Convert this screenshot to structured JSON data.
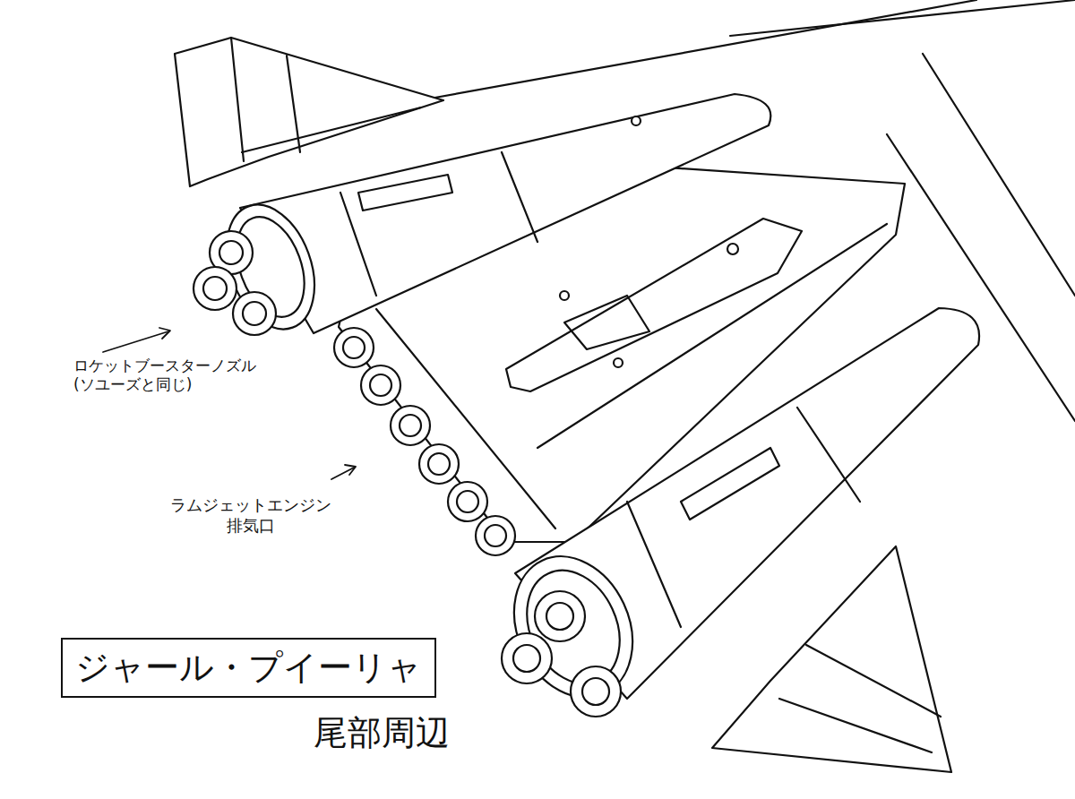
{
  "diagram": {
    "title": "ジャール・プイーリャ",
    "labels": [
      "ロケットブースターノズル (ソユーズと同じ)",
      "ラムジェットエンジン 排気口",
      "尾部周辺"
    ]
  }
}
